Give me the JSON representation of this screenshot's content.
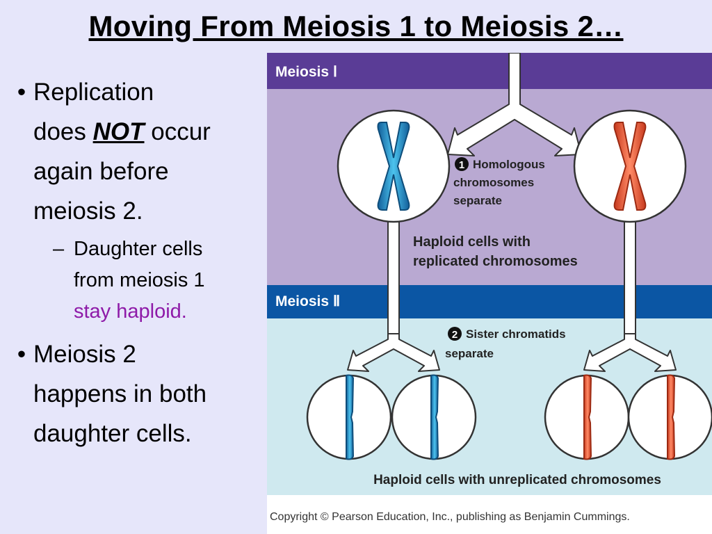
{
  "slide": {
    "title": "Moving From Meiosis 1 to Meiosis 2…"
  },
  "bullets": {
    "b1": {
      "line1": "Replication",
      "line2_pre": "does ",
      "line2_emph": "NOT",
      "line2_post": " occur",
      "line3": "again before",
      "line4": "meiosis 2."
    },
    "sub1": {
      "line1": "Daughter cells",
      "line2": "from meiosis 1",
      "line3": "stay haploid."
    },
    "b2": {
      "line1": "Meiosis 2",
      "line2": "happens in both",
      "line3": "daughter cells."
    }
  },
  "figure": {
    "meiosis1_label": "Meiosis Ⅰ",
    "meiosis2_label": "Meiosis Ⅱ",
    "step1_number": "1",
    "step1_lines": [
      "Homologous",
      "chromosomes",
      "separate"
    ],
    "haploid_replicated_lines": [
      "Haploid cells with",
      "replicated chromosomes"
    ],
    "step2_number": "2",
    "step2_lines": [
      "Sister chromatids",
      "separate"
    ],
    "haploid_unreplicated": "Haploid cells with unreplicated chromosomes",
    "copyright": "Copyright © Pearson Education, Inc., publishing as Benjamin Cummings.",
    "colors": {
      "meiosis1_bar": "#5a3c96",
      "meiosis1_bg": "#b9a9d2",
      "meiosis2_bar": "#0b56a4",
      "meiosis2_bg": "#cfe9ef",
      "blue_chromosome": "#2a9fd0",
      "red_chromosome": "#f05a3c"
    }
  }
}
